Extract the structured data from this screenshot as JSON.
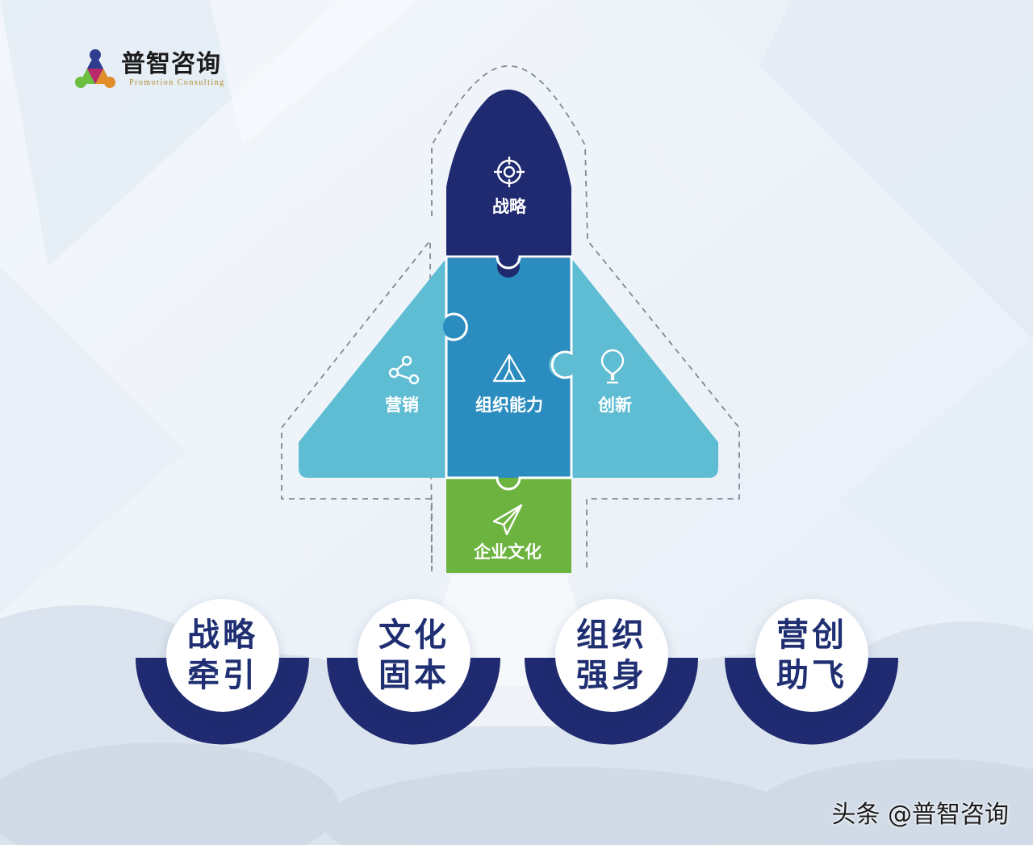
{
  "logo": {
    "name_cn": "普智咨询",
    "name_en": "Promotion Consulting",
    "icon": "tri-dot-logo-icon"
  },
  "rocket": {
    "nose": {
      "label": "战略",
      "icon": "target-icon",
      "color": "#1f2a70"
    },
    "body": {
      "label": "组织能力",
      "icon": "triangle-network-icon",
      "color": "#2a8cbf"
    },
    "left_wing": {
      "label": "营销",
      "icon": "share-icon",
      "color": "#5fbdd3"
    },
    "right_wing": {
      "label": "创新",
      "icon": "lightbulb-icon",
      "color": "#5fbdd3"
    },
    "engine": {
      "label": "企业文化",
      "icon": "paper-plane-icon",
      "color": "#6db33f"
    }
  },
  "pillars": [
    {
      "line1": "战略",
      "line2": "牵引"
    },
    {
      "line1": "文化",
      "line2": "固本"
    },
    {
      "line1": "组织",
      "line2": "强身"
    },
    {
      "line1": "营创",
      "line2": "助飞"
    }
  ],
  "colors": {
    "navy": "#1f2a70",
    "pillar_text": "#1f2f72"
  },
  "watermark": "头条 @普智咨询"
}
